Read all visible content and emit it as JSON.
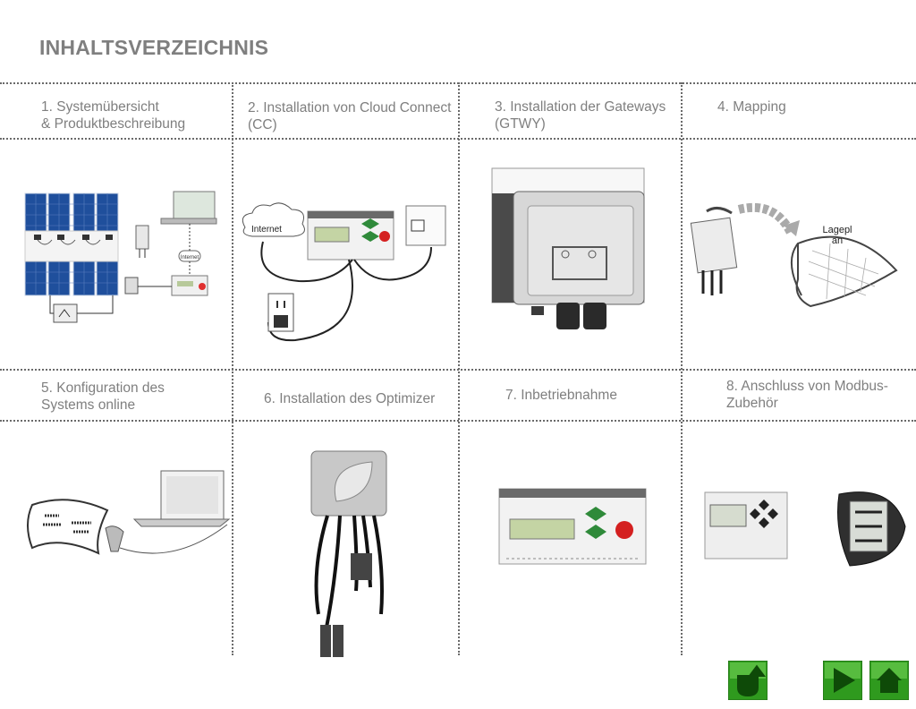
{
  "title": "INHALTSVERZEICHNIS",
  "sections": [
    {
      "line1": "1.   Systemübersicht",
      "line2": "& Produktbeschreibung"
    },
    {
      "line1": "2. Installation von Cloud Connect",
      "line2": "(CC)"
    },
    {
      "line1": "3. Installation der Gateways",
      "line2": "(GTWY)"
    },
    {
      "line1": "4. Mapping",
      "line2": ""
    },
    {
      "line1": "5. Konfiguration des",
      "line2": "Systems online"
    },
    {
      "line1": "6. Installation des Optimizer",
      "line2": ""
    },
    {
      "line1": "7. Inbetriebnahme",
      "line2": ""
    },
    {
      "line1": "8. Anschluss von Modbus-",
      "line2": "Zubehör"
    }
  ],
  "illustration_text": {
    "internet_box": "Internet",
    "cloud": "Internet",
    "lageplan_1": "Lagepl",
    "lageplan_2": "an"
  },
  "nav": {
    "back_icon": "u-turn-icon",
    "next_icon": "play-arrow-icon",
    "home_icon": "home-icon",
    "accent": "#2f9a1e"
  }
}
